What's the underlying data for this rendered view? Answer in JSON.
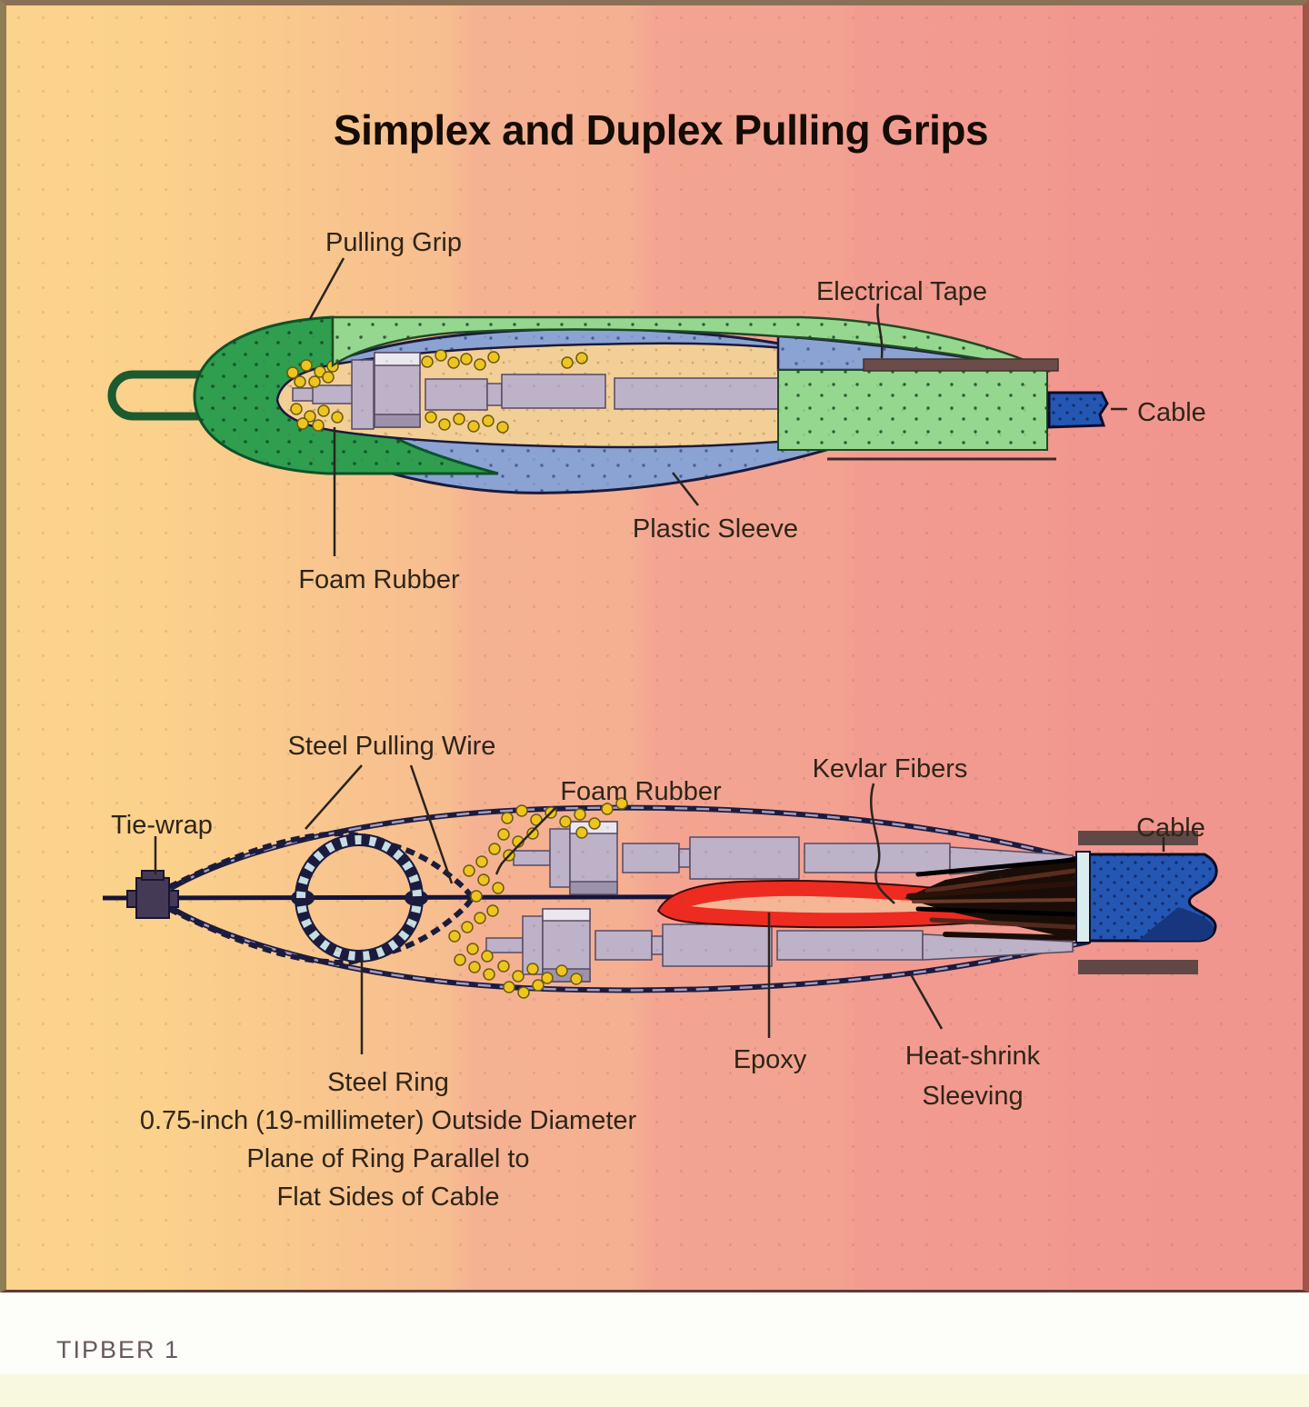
{
  "title": "Simplex and Duplex Pulling Grips",
  "footer": {
    "figure_label": "TIPBER 1"
  },
  "simplex": {
    "labels": {
      "pulling_grip": "Pulling Grip",
      "electrical_tape": "Electrical Tape",
      "cable": "Cable",
      "plastic_sleeve": "Plastic Sleeve",
      "foam_rubber": "Foam Rubber"
    }
  },
  "duplex": {
    "labels": {
      "steel_pulling_wire": "Steel Pulling Wire",
      "tie_wrap": "Tie-wrap",
      "foam_rubber": "Foam Rubber",
      "kevlar_fibers": "Kevlar Fibers",
      "cable": "Cable",
      "epoxy": "Epoxy",
      "heat_shrink_line1": "Heat-shrink",
      "heat_shrink_line2": "Sleeving"
    },
    "steel_ring_caption": {
      "line1": "Steel Ring",
      "line2": "0.75-inch (19-millimeter) Outside Diameter",
      "line3": "Plane of Ring Parallel to",
      "line4": "Flat Sides of Cable"
    }
  },
  "colors": {
    "background_left": "#fbd28b",
    "background_right": "#f1968f",
    "grip_nose_green": "#2f9e4f",
    "grip_mesh_green": "#96d78f",
    "plastic_sleeve_blue": "#8ba3d3",
    "foam_rubber_yellow": "#eec51e",
    "connector_gray": "#bdb2c8",
    "electrical_tape_brown": "#6b4c48",
    "cable_blue": "#2456b4",
    "epoxy_red": "#ee2b20",
    "kevlar_brown": "#3a1d12",
    "steel_wire_navy": "#1b1b3e"
  }
}
